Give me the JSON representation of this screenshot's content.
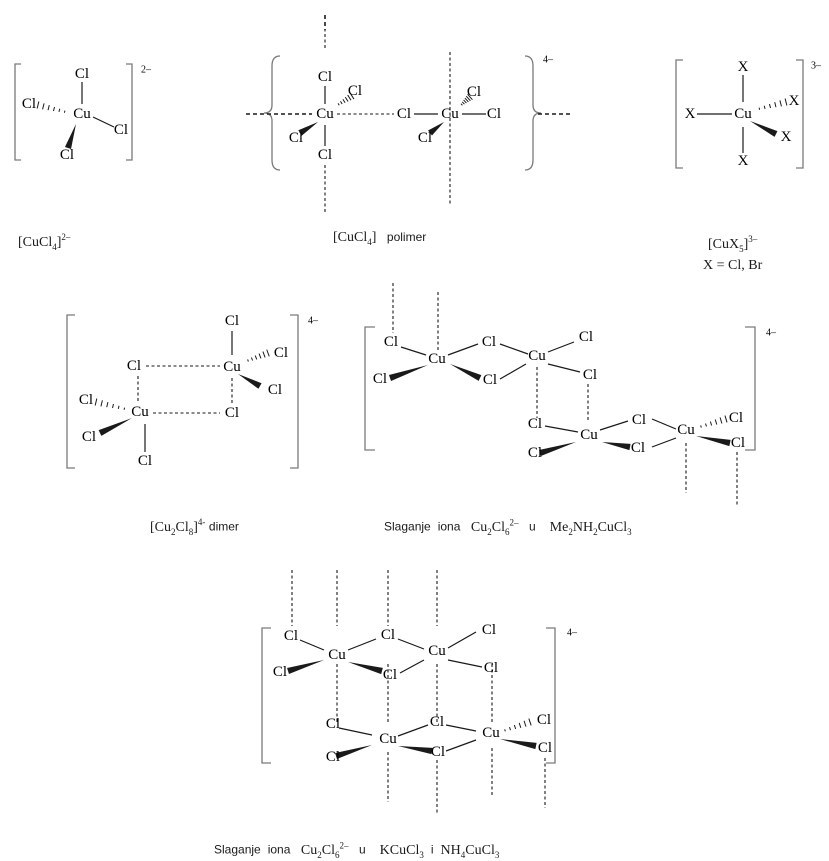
{
  "structures": {
    "cucl4": {
      "caption_formula": "[CuCl4]",
      "caption_charge": "2–",
      "charge": "2–",
      "metal": "Cu",
      "ligand": "Cl"
    },
    "polymer": {
      "caption_formula": "[CuCl4]",
      "caption_word": "polimer",
      "charge": "4–",
      "metal": "Cu",
      "ligand": "Cl"
    },
    "cux5": {
      "caption_formula": "[CuX5]",
      "caption_charge": "3–",
      "caption_line2": "X = Cl, Br",
      "charge": "3–",
      "metal": "Cu",
      "ligand": "X"
    },
    "dimer": {
      "caption_formula": "[Cu2Cl8]",
      "caption_charge": "4-",
      "caption_word": "dimer",
      "charge": "4–",
      "metal": "Cu",
      "ligand": "Cl"
    },
    "stack1": {
      "caption_word1": "Slaganje",
      "caption_word2": "iona",
      "caption_ion": "Cu2Cl6",
      "caption_ion_charge": "2–",
      "caption_word3": "u",
      "caption_salt": "Me2NH2CuCl3",
      "charge": "4–",
      "metal": "Cu",
      "ligand": "Cl"
    },
    "stack2": {
      "caption_word1": "Slaganje",
      "caption_word2": "iona",
      "caption_ion": "Cu2Cl6",
      "caption_ion_charge": "2–",
      "caption_word3": "u",
      "caption_salt1": "KCuCl3",
      "caption_word4": "i",
      "caption_salt2": "NH4CuCl3",
      "charge": "4–",
      "metal": "Cu",
      "ligand": "Cl"
    }
  }
}
